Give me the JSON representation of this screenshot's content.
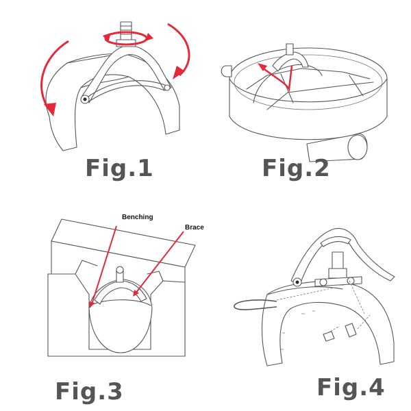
{
  "figures": [
    {
      "label": "Fig.1"
    },
    {
      "label": "Fig.2"
    },
    {
      "label": "Fig.3",
      "callouts": [
        {
          "text": "Benching"
        },
        {
          "text": "Brace"
        }
      ]
    },
    {
      "label": "Fig.4"
    }
  ],
  "colors": {
    "label": "#555555",
    "arrow": "#e5293a",
    "line": "#555555"
  }
}
